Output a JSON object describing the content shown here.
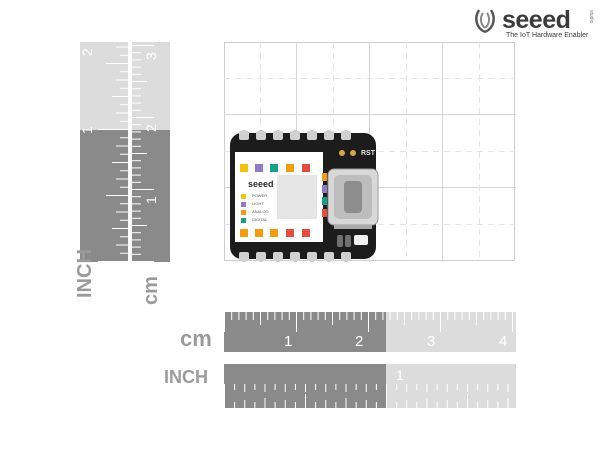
{
  "brand": {
    "name": "seeed",
    "tagline": "The IoT Hardware Enabler",
    "registered": "studio"
  },
  "vertical_ruler": {
    "inch_label": "INCH",
    "cm_label": "cm",
    "inch_numbers": [
      "1",
      "2"
    ],
    "cm_numbers": [
      "1",
      "2",
      "3"
    ]
  },
  "horizontal_ruler": {
    "cm_label": "cm",
    "inch_label": "INCH",
    "cm_numbers": [
      "1",
      "2",
      "3",
      "4"
    ],
    "inch_numbers": [
      "1"
    ]
  },
  "board": {
    "brand": "seeed",
    "button_label": "RST",
    "legend": [
      "POWER",
      "LIGHT",
      "ANALOG",
      "DIGITAL"
    ],
    "legend_colors": [
      "#f4c20d",
      "#8e7cc3",
      "#f39c12",
      "#16a085"
    ]
  },
  "colors": {
    "ruler_dark": "#8a8a8a",
    "ruler_light": "#dcdcdc",
    "grid": "#d8d8d8",
    "pcb": "#1c1c1c"
  }
}
